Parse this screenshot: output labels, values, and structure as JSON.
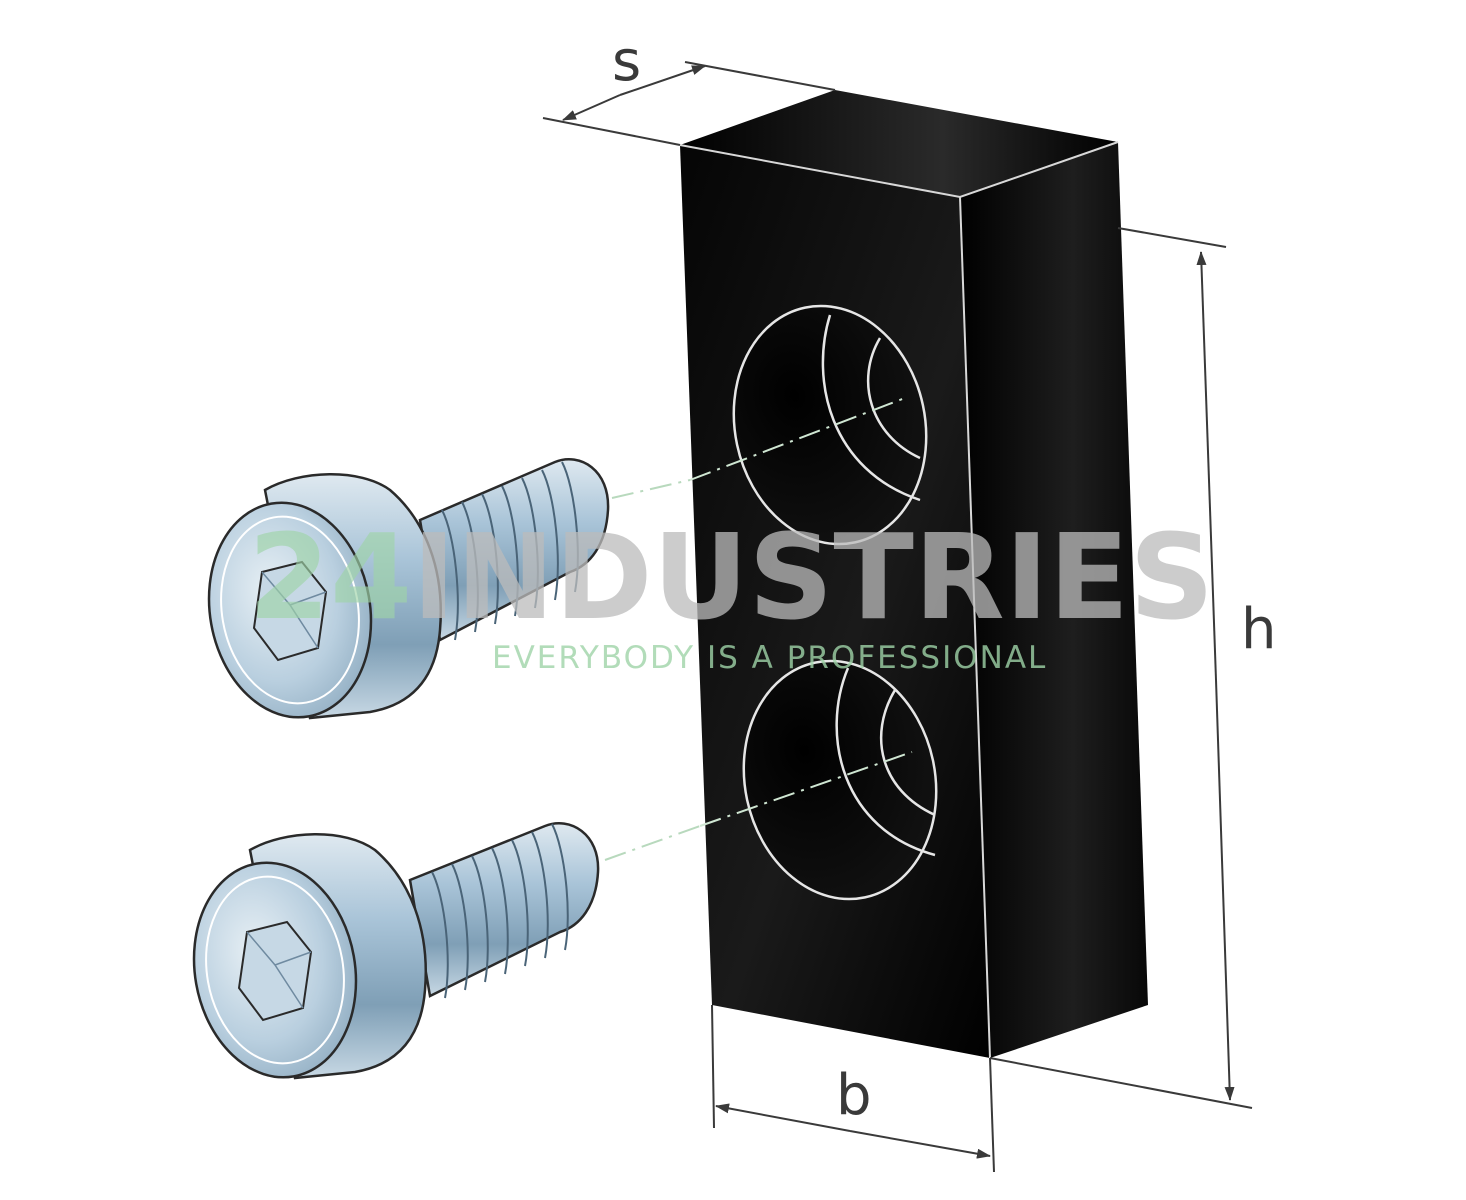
{
  "dimensions": {
    "thickness_label": "s",
    "width_label": "b",
    "height_label": "h"
  },
  "watermark": {
    "number": "24",
    "brand": "INDUSTRIES",
    "slogan": "EVERYBODY IS A PROFESSIONAL"
  },
  "colors": {
    "block": "#050505",
    "screw": "#a9c4d8",
    "dimension_line": "#3a3a3a",
    "watermark_green": "#9fd4a8",
    "watermark_grey": "#bcbcbc"
  },
  "icons": [
    "hex-socket-screw-icon",
    "spacer-block-icon",
    "dimension-arrow-icon"
  ]
}
